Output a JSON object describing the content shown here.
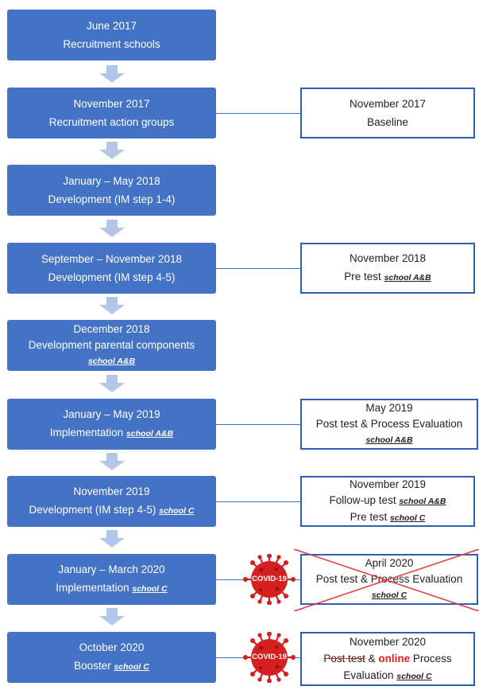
{
  "steps": [
    {
      "date": "June 2017",
      "title": "Recruitment schools"
    },
    {
      "date": "November 2017",
      "title": "Recruitment action groups"
    },
    {
      "date": "January – May 2018",
      "title": "Development (IM step 1-4)"
    },
    {
      "date": "September – November 2018",
      "title": "Development (IM step 4-5)"
    },
    {
      "date": "December 2018",
      "title": "Development parental components",
      "tag": "school A&B"
    },
    {
      "date": "January – May 2019",
      "title": "Implementation",
      "tag": "school A&B"
    },
    {
      "date": "November 2019",
      "title": "Development (IM step 4-5)",
      "tag": "school C"
    },
    {
      "date": "January – March 2020",
      "title": "Implementation",
      "tag": "school C"
    },
    {
      "date": "October 2020",
      "title": "Booster",
      "tag": "school C"
    }
  ],
  "measurements": {
    "baseline": {
      "date": "November 2017",
      "title": "Baseline"
    },
    "pretest": {
      "date": "November 2018",
      "title": "Pre test",
      "tag": "school A&B"
    },
    "posttest_2019": {
      "date": "May 2019",
      "title": "Post test  & Process Evaluation",
      "tag": "school A&B"
    },
    "followup": {
      "date": "November 2019",
      "line1": "Follow-up test",
      "tag1": "school A&B",
      "line2": "Pre test",
      "tag2": "school C"
    },
    "april2020": {
      "date": "April 2020",
      "title": "Post test  & Process Evaluation",
      "tag": "school C"
    },
    "nov2020": {
      "date": "November 2020",
      "struck": "Post test",
      "amp": " & ",
      "online": "online",
      "process": " Process",
      "line3": "Evaluation",
      "tag": "school C"
    }
  },
  "covid_label": "COVID-19",
  "colors": {
    "step_fill": "#4472c4",
    "arrow": "#b4c6e7",
    "box_border": "#2e5fb4",
    "covid": "#d42020",
    "strike": "#e02020"
  }
}
